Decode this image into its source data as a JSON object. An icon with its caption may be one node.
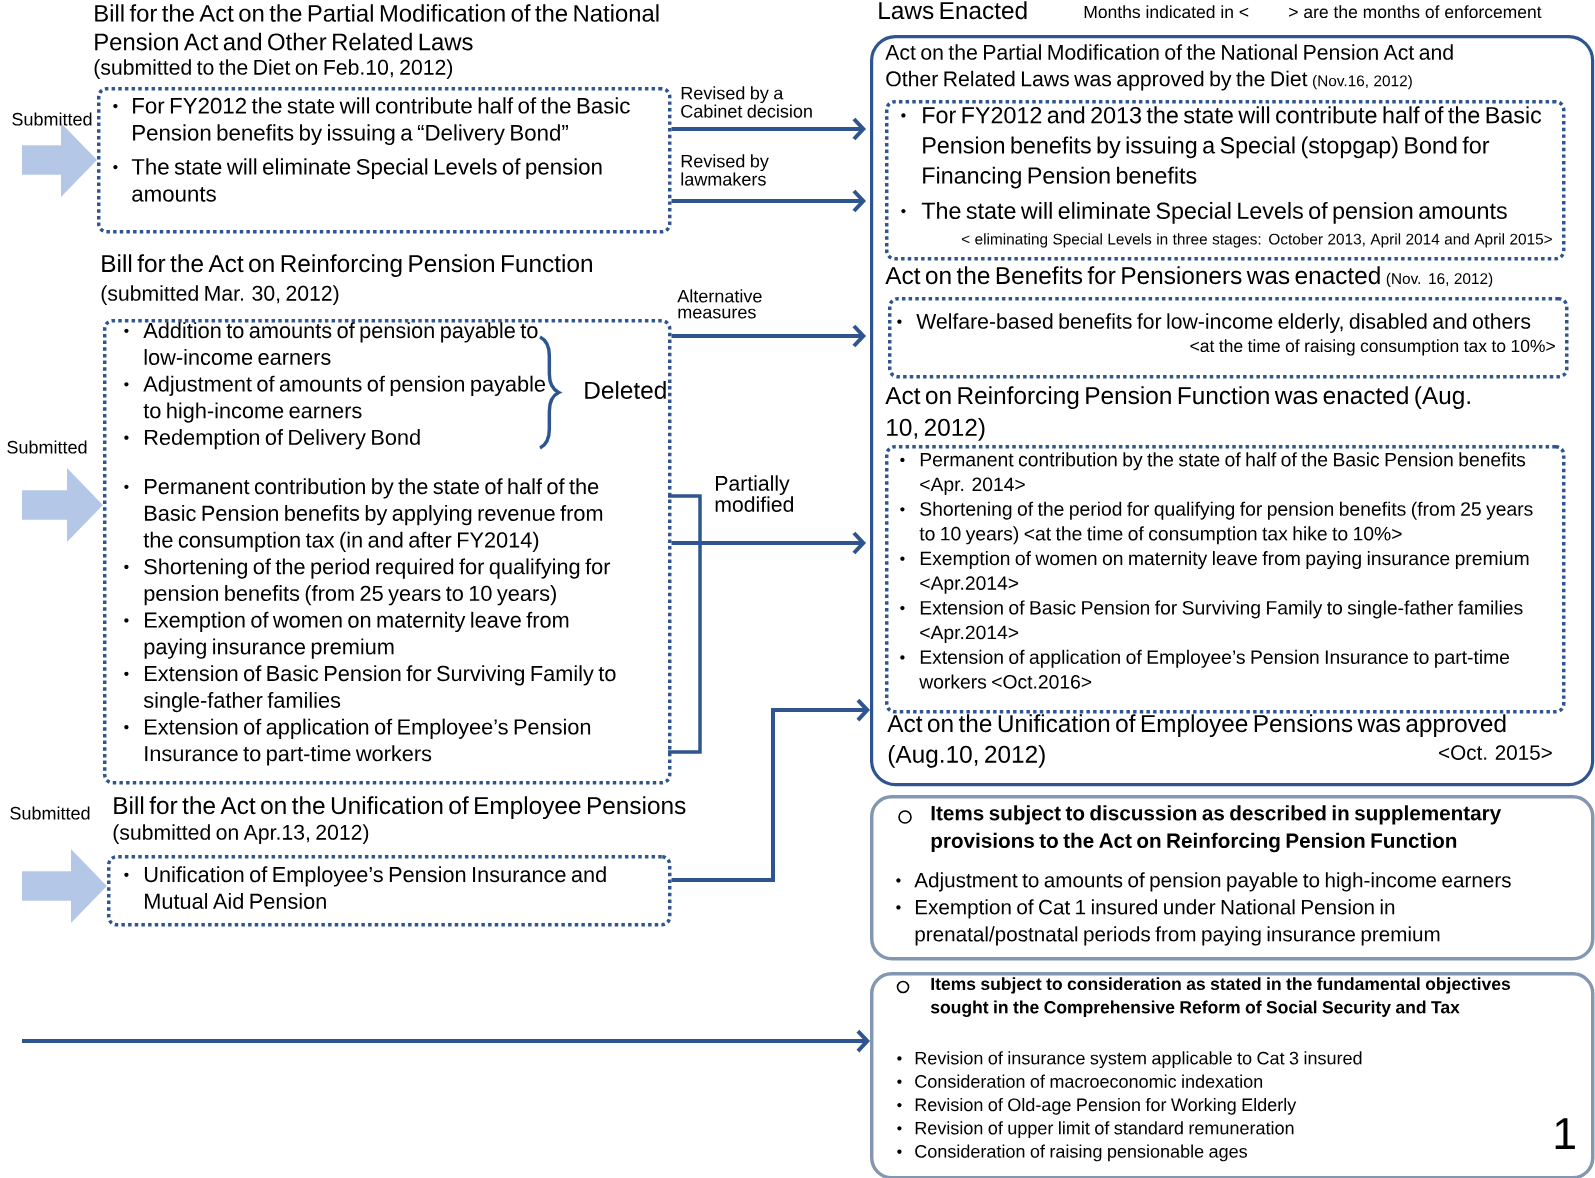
{
  "diagram": {
    "nodes": [
      {
        "text": [
          "Bill for the Act on the Partial Modification of the National Pension Act and Other Related Laws",
          "(submitted to the Diet on Feb.10, 2012)",
          "For FY2012 the state will contribute half of the Basic Pension benefits by issuing a “Delivery Bond”",
          "The state will eliminate Special Levels of pension amounts"
        ]
      },
      {
        "text": [
          "Bill for the Act on Reinforcing Pension Function",
          "(submitted Mar. 30, 2012)",
          "Addition to amounts of pension payable to low-income earners",
          "Adjustment of amounts of pension payable to high-income earners",
          "Redemption of Delivery Bond",
          "Permanent contribution by the state of half of the Basic Pension benefits by applying revenue from the consumption tax (in and after FY2014)",
          "Shortening of the period required for qualifying for pension benefits (from 25 years to 10 years)",
          "Exemption of women on maternity leave from paying insurance premium",
          "Extension of Basic Pension for Surviving Family to single-father families",
          "Extension of application of Employee’s Pension Insurance to part-time workers"
        ]
      },
      {
        "text": [
          "Bill for the Act on the Unification of Employee Pensions",
          "(submitted on Apr.13, 2012)",
          "Unification of Employee’s Pension Insurance and Mutual Aid Pension"
        ]
      },
      {
        "text": [
          "Laws Enacted",
          "Act on the Partial Modification of the National Pension Act and Other Related Laws was approved by the Diet",
          "(Nov.16, 2012)",
          "Act on the Benefits for Pensioners was enacted",
          "(Nov. 16, 2012)",
          "Act on Reinforcing Pension Function was enacted (Aug. 10, 2012)",
          "Act on the Unification of Employee Pensions was approved (Aug.10, 2012)",
          "<Oct. 2015>"
        ]
      },
      {
        "text": [
          "For FY2012 and 2013 the state will contribute half of the Basic Pension benefits by issuing a Special (stopgap) Bond for Financing Pension benefits",
          "The state will eliminate Special Levels of pension amounts",
          "< eliminating Special Levels in three stages: October 2013, April 2014 and April 2015>"
        ],
        "in": 3
      },
      {
        "text": [
          "Welfare-based benefits for low-income elderly, disabled and others",
          "<at the time of raising consumption tax to 10%>"
        ],
        "in": 3
      },
      {
        "text": [
          "Permanent contribution by the state of half of the Basic Pension benefits <Apr. 2014>",
          "Shortening of the period for qualifying for pension benefits (from 25 years to 10 years) <at the time of consumption tax hike to 10%>",
          "Exemption of women on maternity leave from paying insurance premium <Apr.2014>",
          "Extension of Basic Pension for Surviving Family to single-father families <Apr.2014>",
          "Extension of application of Employee’s Pension Insurance to part-time workers <Oct.2016>"
        ],
        "in": 3
      },
      {
        "text": [
          "Items subject to discussion as described in supplementary provisions to the Act on Reinforcing Pension Function",
          "Adjustment to amounts of pension payable to high-income earners",
          "Exemption of Cat 1 insured under National Pension in prenatal/postnatal periods from paying insurance premium"
        ]
      },
      {
        "text": [
          "Items subject to consideration as stated in the fundamental objectives sought in the Comprehensive Reform of Social Security and Tax",
          "Revision of insurance system applicable to Cat 3 insured",
          "Consideration of macroeconomic indexation",
          "Revision of Old-age Pension for Working Elderly",
          "Revision of upper limit of standard remuneration",
          "Consideration of raising pensionable ages"
        ]
      }
    ],
    "edges": [
      {
        "from": null,
        "to": 0,
        "arrow": "to",
        "label": "Submitted",
        "style": "thick",
        "color": "#b4c7e7"
      },
      {
        "from": null,
        "to": 1,
        "arrow": "to",
        "label": "Submitted",
        "style": "thick",
        "color": "#b4c7e7"
      },
      {
        "from": null,
        "to": 2,
        "arrow": "to",
        "label": "Submitted",
        "style": "thick",
        "color": "#b4c7e7"
      },
      {
        "from": 0,
        "to": 4,
        "arrow": "to",
        "label": "Revised by a Cabinet decision"
      },
      {
        "from": 0,
        "to": 4,
        "arrow": "to",
        "label": "Revised by lawmakers"
      },
      {
        "from": 1,
        "to": 5,
        "arrow": "to",
        "label": "Alternative measures"
      },
      {
        "from": 1,
        "to": 6,
        "arrow": "to",
        "label": "Partially modified"
      },
      {
        "from": 2,
        "to": 3,
        "arrow": "to"
      },
      {
        "from": null,
        "to": 8,
        "arrow": "to"
      }
    ],
    "labels": [
      "Months indicated in <",
      "> are the months of enforcement",
      "Deleted",
      "1"
    ]
  }
}
